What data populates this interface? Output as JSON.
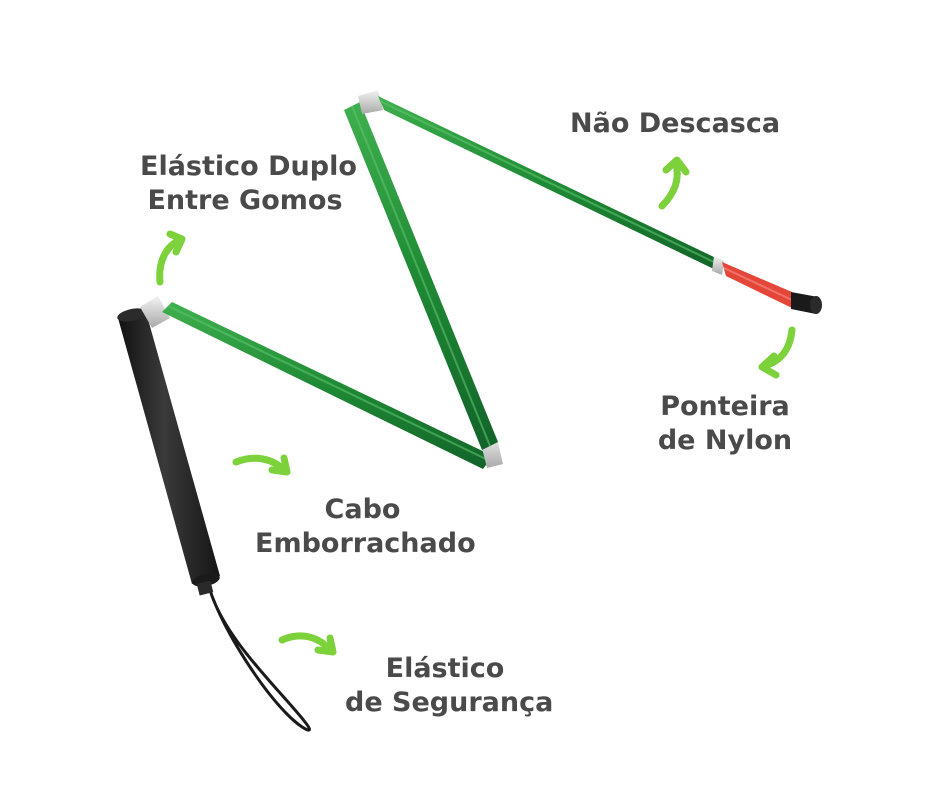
{
  "labels": {
    "elastico_duplo": {
      "line1": "Elástico Duplo",
      "line2": "Entre Gomos"
    },
    "nao_descasca": {
      "line1": "Não Descasca"
    },
    "ponteira": {
      "line1": "Ponteira",
      "line2": "de Nylon"
    },
    "cabo": {
      "line1": "Cabo",
      "line2": "Emborrachado"
    },
    "elastico_seguranca": {
      "line1": "Elástico",
      "line2": "de Segurança"
    }
  },
  "colors": {
    "tube_green": "#1f8a35",
    "tube_green_dark": "#12632a",
    "tube_green_light": "#3fb04f",
    "handle_black": "#232323",
    "tip_red": "#e5463a",
    "joint_silver": "#cfcfcf",
    "arrow_green": "#7dd13a",
    "text_gray": "#4a4a4a"
  },
  "icons": {
    "arrows": "curved-arrow-icon"
  }
}
